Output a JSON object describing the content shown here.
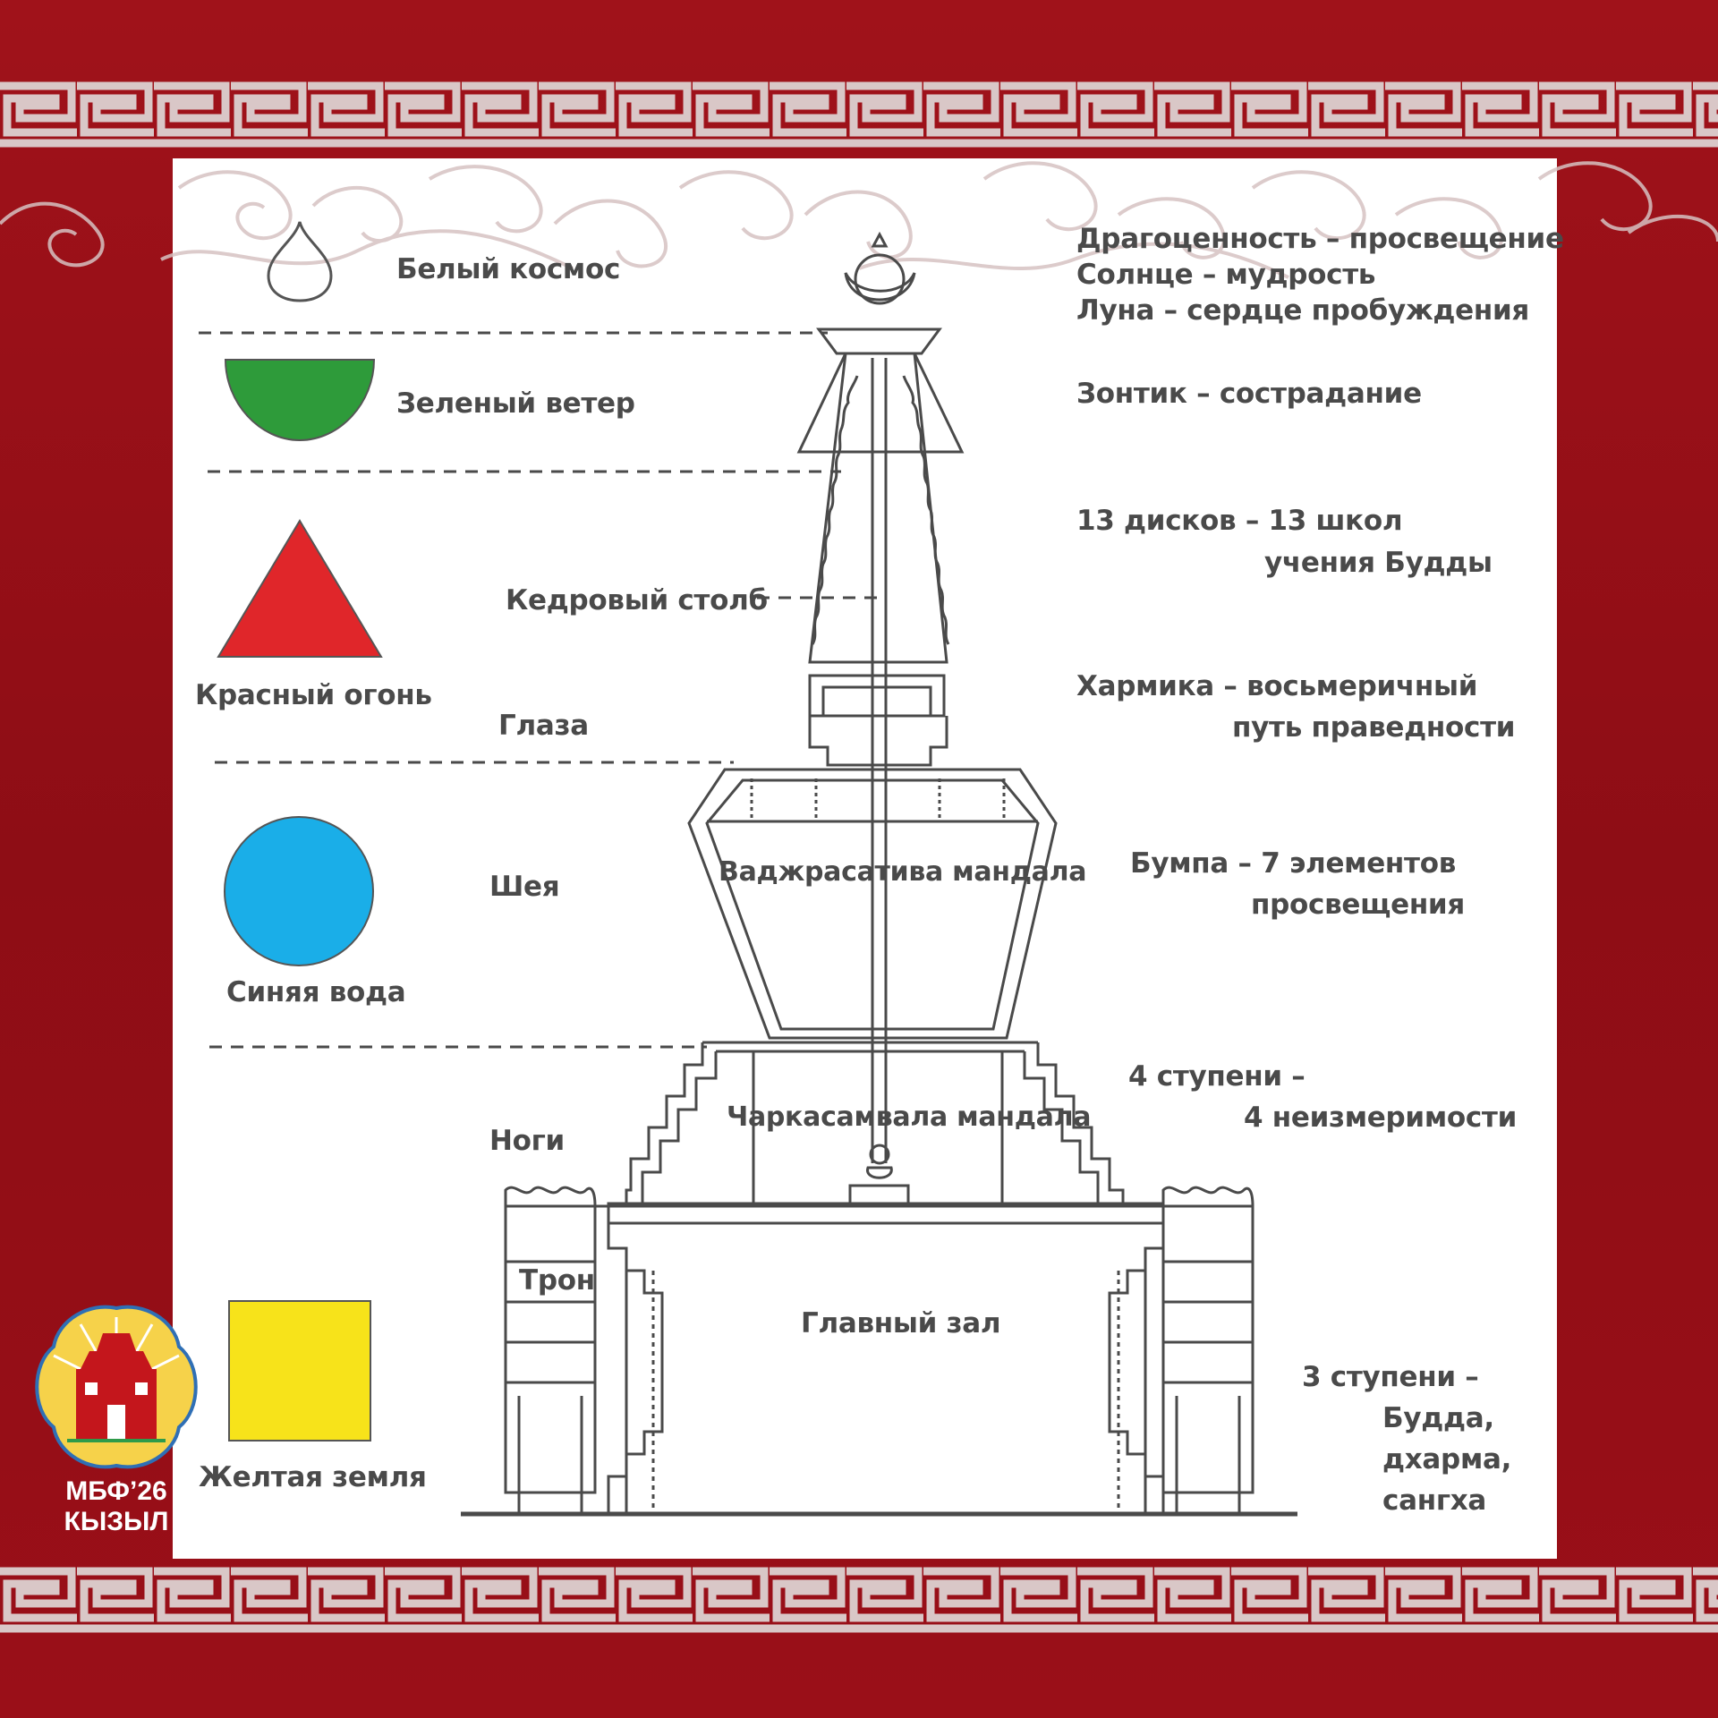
{
  "elements": {
    "space": {
      "label": "Белый космос"
    },
    "wind": {
      "label": "Зеленый ветер",
      "color": "#2e9b3a"
    },
    "fire": {
      "label": "Красный огонь",
      "color": "#e0262a"
    },
    "water": {
      "label": "Синяя вода",
      "color": "#1aaee8"
    },
    "earth": {
      "label": "Желтая земля",
      "color": "#f7e31a"
    }
  },
  "parts": {
    "cedar_pillar": "Кедровый столб",
    "eyes": "Глаза",
    "neck": "Шея",
    "legs": "Ноги",
    "throne": "Трон",
    "vajrasattva_mandala": "Ваджрасатива мандала",
    "chakrasamvara_mandala": "Чаркасамвала мандала",
    "main_hall": "Главный зал"
  },
  "meanings": {
    "jewel": "Драгоценность – просвещение",
    "sun": "Солнце – мудрость",
    "moon": "Луна – сердце пробуждения",
    "umbrella": "Зонтик – сострадание",
    "discs_1": "13 дисков – 13 школ",
    "discs_2": "учения Будды",
    "harmika_1": "Хармика – восьмеричный",
    "harmika_2": "путь праведности",
    "bumpa_1": "Бумпа – 7 элементов",
    "bumpa_2": "просвещения",
    "steps4_1": "4 ступени –",
    "steps4_2": "4 неизмеримости",
    "steps3_1": "3 ступени –",
    "steps3_2": "Будда,",
    "steps3_3": "дхарма,",
    "steps3_4": "сангха"
  },
  "logo": {
    "line1": "МБФ’26",
    "line2": "КЫЗЫЛ"
  },
  "colors": {
    "background": "#9b1018",
    "ornament": "#d9c7c7",
    "line": "#4a4a4a"
  }
}
